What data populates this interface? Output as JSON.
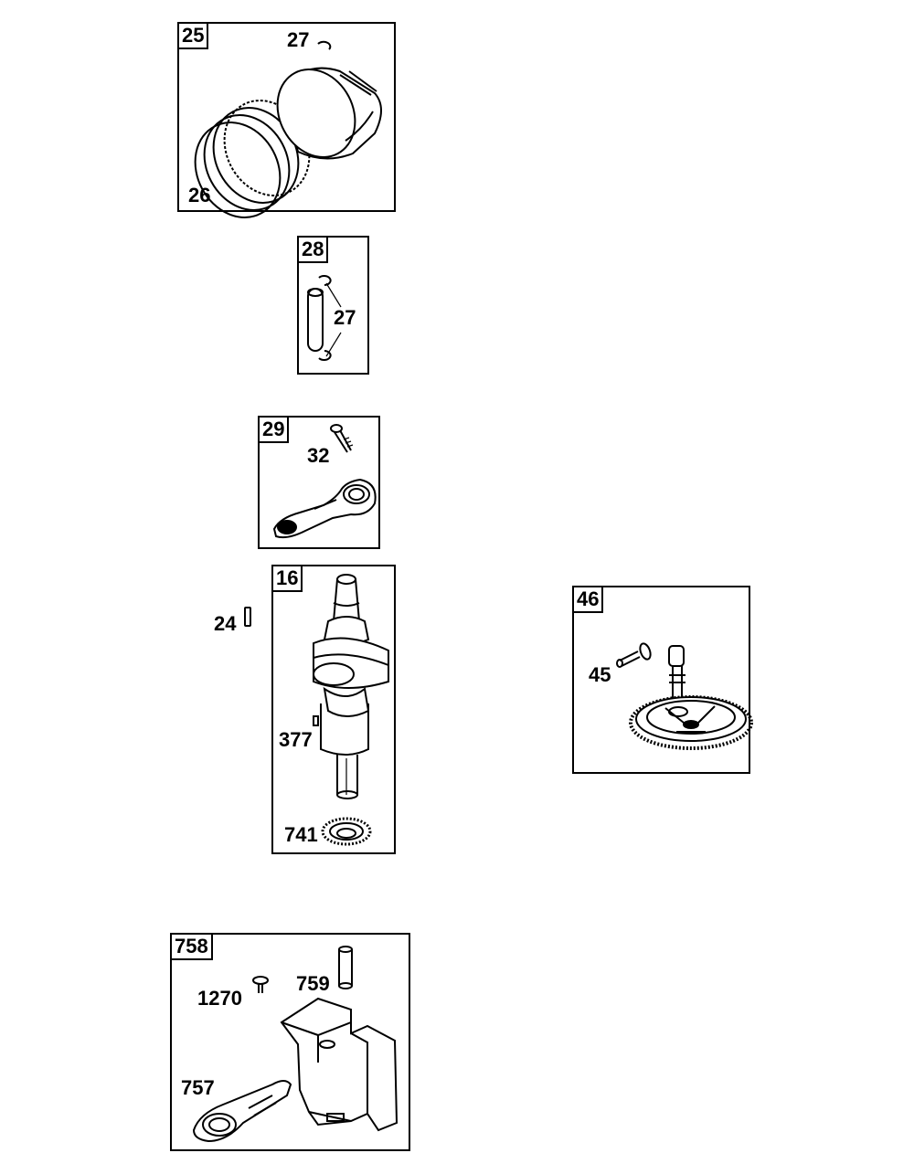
{
  "groups": [
    {
      "tag": "25",
      "labels": [
        "27",
        "26"
      ]
    },
    {
      "tag": "28",
      "labels": [
        "27"
      ]
    },
    {
      "tag": "29",
      "labels": [
        "32"
      ]
    },
    {
      "tag": "16",
      "labels": [
        "377",
        "741"
      ]
    },
    {
      "tag": "46",
      "labels": [
        "45"
      ]
    },
    {
      "tag": "758",
      "labels": [
        "1270",
        "759",
        "757"
      ]
    }
  ],
  "loose_parts": [
    {
      "label": "24"
    }
  ]
}
